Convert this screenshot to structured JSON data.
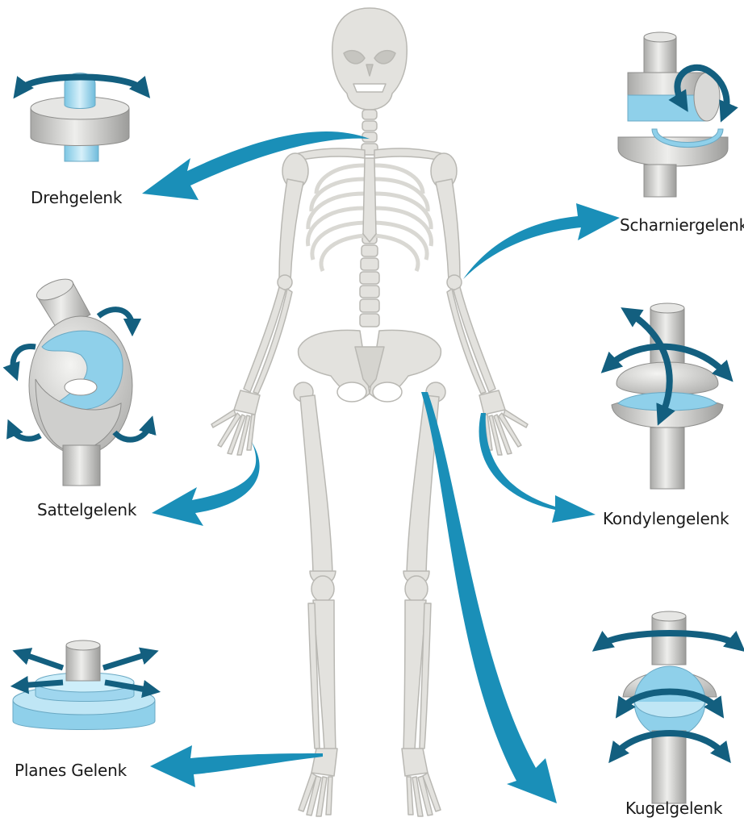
{
  "joints": {
    "drehgelenk": "Drehgelenk",
    "scharniergelenk": "Scharniergelenk",
    "sattelgelenk": "Sattelgelenk",
    "kondylengelenk": "Kondylengelenk",
    "planes_gelenk": "Planes Gelenk",
    "kugelgelenk": "Kugelgelenk"
  },
  "colors": {
    "arrow": "#1a8fb8",
    "arrow_dark": "#135f7f",
    "bone": "#e3e2de",
    "bone_stroke": "#b9b8b3",
    "cylinder": "#d2d2d0",
    "cartilage": "#a9dcef",
    "label_text": "#1a1a1a"
  }
}
